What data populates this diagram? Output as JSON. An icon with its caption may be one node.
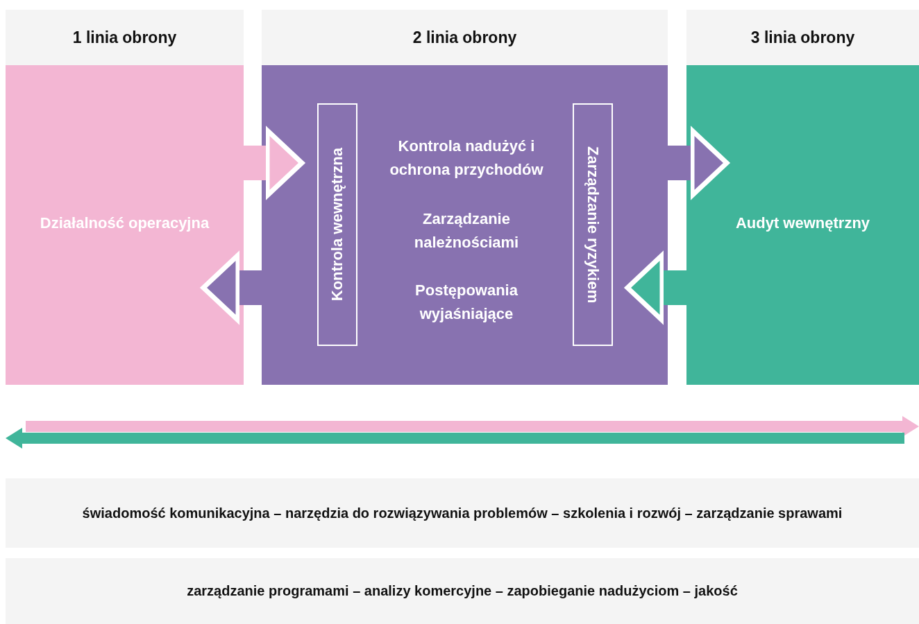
{
  "diagram": {
    "nodes": [
      {
        "text": [
          "1 linia obrony",
          "Działalność operacyjna"
        ]
      },
      {
        "text": [
          "2 linia obrony",
          "Kontrola nadużyć i ochrona przychodów",
          "Zarządzanie należnościami",
          "Postępowania wyjaśniające"
        ]
      },
      {
        "text": [
          "Kontrola wewnętrzna"
        ],
        "in": 1
      },
      {
        "text": [
          "Zarządzanie ryzykiem"
        ],
        "in": 1
      },
      {
        "text": [
          "3 linia obrony",
          "Audyt wewnętrzny"
        ]
      },
      {
        "text": [
          "świadomość komunikacyjna – narzędzia do rozwiązywania problemów – szkolenia i rozwój – zarządzanie sprawami"
        ]
      },
      {
        "text": [
          "zarządzanie programami – analizy komercyjne – zapobieganie nadużyciom – jakość"
        ]
      }
    ],
    "edges": [
      {
        "from": 0,
        "to": 1,
        "arrow": "to",
        "color": "#f3b6d3"
      },
      {
        "from": 1,
        "to": 0,
        "arrow": "to",
        "color": "#8872b0"
      },
      {
        "from": 1,
        "to": 4,
        "arrow": "to",
        "color": "#8872b0"
      },
      {
        "from": 4,
        "to": 1,
        "arrow": "to",
        "color": "#40b59a"
      }
    ]
  }
}
